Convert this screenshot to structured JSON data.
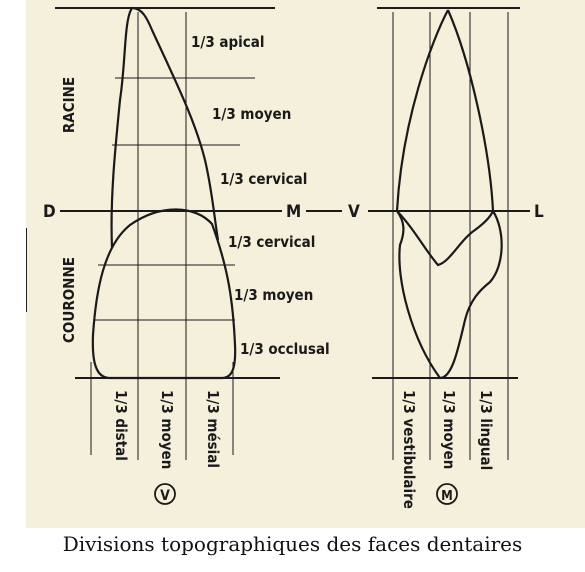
{
  "caption": "Divisions topographiques des faces dentaires",
  "left_view": {
    "root_label": "RACINE",
    "crown_label": "COURONNE",
    "root_thirds": [
      "1/3 apical",
      "1/3 moyen",
      "1/3 cervical"
    ],
    "crown_thirds": [
      "1/3 cervical",
      "1/3 moyen",
      "1/3 occlusal"
    ],
    "axis_left": "D",
    "axis_right": "M",
    "bottom_thirds": [
      "1/3 distal",
      "1/3 moyen",
      "1/3 mésial"
    ],
    "view_symbol": "V"
  },
  "right_view": {
    "axis_left": "V",
    "axis_right": "L",
    "bottom_thirds": [
      "1/3 vestibulaire",
      "1/3 moyen",
      "1/3 lingual"
    ],
    "view_symbol": "M"
  },
  "colors": {
    "paper": "#f4f0dc",
    "ink": "#1a1a1a"
  }
}
